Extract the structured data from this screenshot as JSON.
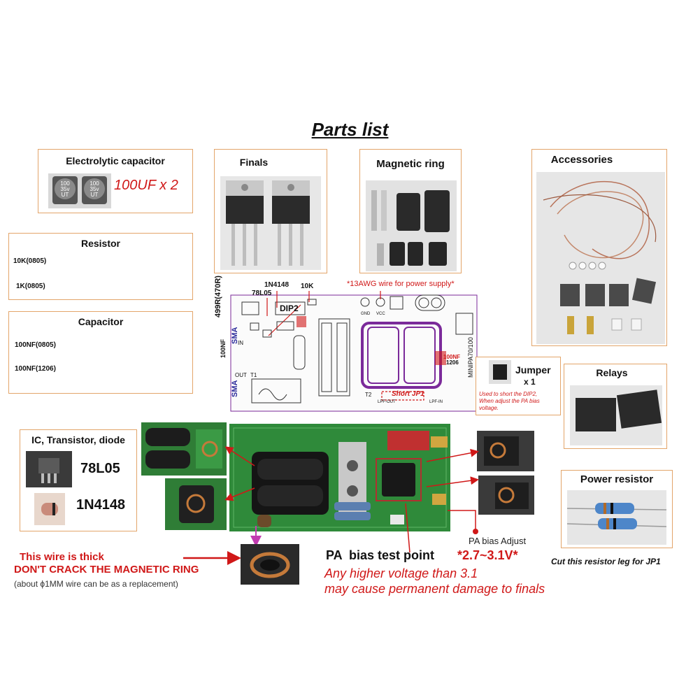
{
  "title": "Parts list",
  "electrolytic": {
    "header": "Electrolytic capacitor",
    "note": "100UF x 2",
    "cap_marking_value": "100",
    "cap_marking_voltage": "35v",
    "cap_marking_code": "UT"
  },
  "finals": {
    "header": "Finals"
  },
  "magnetic": {
    "header": "Magnetic ring"
  },
  "accessories": {
    "header": "Accessories"
  },
  "resistor": {
    "header": "Resistor",
    "items": [
      "10K(0805)",
      "1K(0805)"
    ]
  },
  "capacitor": {
    "header": "Capacitor",
    "items": [
      "100NF(0805)",
      "100NF(1206)"
    ]
  },
  "pcb": {
    "wire_note": "*13AWG wire for power supply*",
    "labels": {
      "r499": "499R(470R)",
      "l7805": "78L05",
      "d4148": "1N4148",
      "r10k": "10K",
      "dip2": "DIP2",
      "sma_top": "SMA",
      "sma_bottom": "SMA",
      "c100nf": "100NF",
      "in": "IN",
      "out": "OUT",
      "t1": "T1",
      "t2": "T2",
      "gnd": "GND",
      "vcc": "VCC",
      "short_jp1": "Short JP1",
      "c1206": "1206",
      "c100nf_right": "100NF",
      "board": "MINIPA70/100",
      "lpf_out": "LPF-OUT",
      "lpf_in": "LPF-IN"
    }
  },
  "jumper": {
    "header": "Jumper",
    "count": "x 1",
    "note1": "Used to short the DIP2,",
    "note2": "When adjust the PA bias",
    "note3": "voltage."
  },
  "relays": {
    "header": "Relays"
  },
  "ic": {
    "header": "IC, Transistor, diode",
    "part1": "78L05",
    "part2": "1N4148"
  },
  "power_resistor": {
    "header": "Power resistor",
    "note": "Cut this resistor leg for JP1"
  },
  "warning": {
    "line1": "This wire is thick",
    "line2": "DON'T CRACK THE MAGNETIC RING",
    "line3": "(about ϕ1MM wire can be as a replacement)"
  },
  "bias": {
    "adjust": "PA bias Adjust",
    "test_point": "PA  bias test point",
    "range": "*2.7~3.1V*",
    "warn1": "Any higher voltage than 3.1",
    "warn2": "may cause permanent damage to finals"
  },
  "colors": {
    "accent_red": "#d01818",
    "box_border": "#e3a56a",
    "pcb_green": "#2f8a3a",
    "pcb_outline": "#7b2a9a"
  }
}
